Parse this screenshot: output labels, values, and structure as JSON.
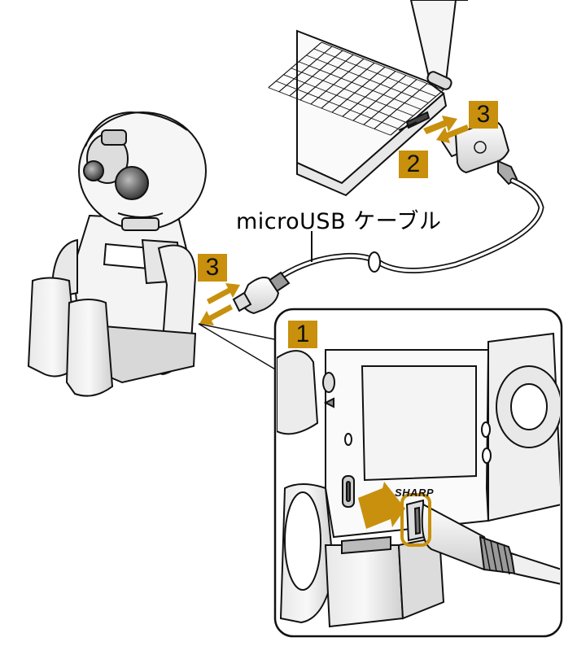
{
  "cable_label": "microUSB ケーブル",
  "steps": {
    "step1": "1",
    "step2": "2",
    "step3_pc": "3",
    "step3_robot": "3"
  },
  "brand": "SHARP",
  "colors": {
    "accent": "#c8900c",
    "line": "#111111",
    "fill_light": "#f2f2f2",
    "fill_mid": "#cfcfcf"
  }
}
